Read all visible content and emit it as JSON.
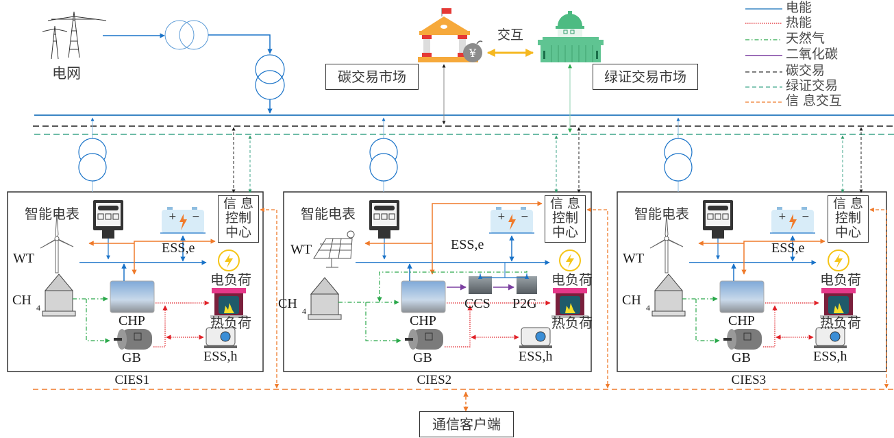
{
  "colors": {
    "electric": "#1a73c8",
    "heat": "#e01f26",
    "gas": "#2aa84a",
    "co2": "#7b3fa0",
    "carbon_trade": "#222222",
    "green_cert_trade": "#2e9a6a",
    "info": "#ef7a2a",
    "interact_arrow": "#f5b820"
  },
  "legend": [
    {
      "label": "电能",
      "key": "electric",
      "style": "solid"
    },
    {
      "label": "热能",
      "key": "heat",
      "style": "dotted"
    },
    {
      "label": "天然气",
      "key": "gas",
      "style": "dashdot"
    },
    {
      "label": "二氧化碳",
      "key": "co2",
      "style": "solid"
    },
    {
      "label": "碳交易",
      "key": "carbon_trade",
      "style": "dashed"
    },
    {
      "label": "绿证交易",
      "key": "green_cert_trade",
      "style": "dashed"
    },
    {
      "label": "信 息交互",
      "key": "info",
      "style": "dashed"
    }
  ],
  "top": {
    "grid_label": "电网",
    "carbon_market": "碳交易市场",
    "green_market": "绿证交易市场",
    "interact_label": "交互",
    "yuan_symbol": "¥"
  },
  "cies": [
    {
      "name": "CIES1",
      "source_label": "WT",
      "meter_label": "智能电表",
      "ess_e": "ESS,e",
      "ess_h": "ESS,h",
      "chp": "CHP",
      "gb": "GB",
      "gas_label": "CH",
      "gas_sub": "4",
      "elec_load": "电负荷",
      "heat_load": "热负荷",
      "info_center": [
        "信 息",
        "控制",
        "中心"
      ]
    },
    {
      "name": "CIES2",
      "source_label": "WT",
      "meter_label": "智能电表",
      "ess_e": "ESS,e",
      "ess_h": "ESS,h",
      "chp": "CHP",
      "gb": "GB",
      "ccs": "CCS",
      "p2g": "P2G",
      "gas_label": "CH",
      "gas_sub": "4",
      "elec_load": "电负荷",
      "heat_load": "热负荷",
      "info_center": [
        "信 息",
        "控制",
        "中心"
      ]
    },
    {
      "name": "CIES3",
      "source_label": "WT",
      "meter_label": "智能电表",
      "ess_e": "ESS,e",
      "ess_h": "ESS,h",
      "chp": "CHP",
      "gb": "GB",
      "gas_label": "CH",
      "gas_sub": "4",
      "elec_load": "电负荷",
      "heat_load": "热负荷",
      "info_center": [
        "信 息",
        "控制",
        "中心"
      ]
    }
  ],
  "bottom": {
    "client_label": "通信客户端"
  }
}
